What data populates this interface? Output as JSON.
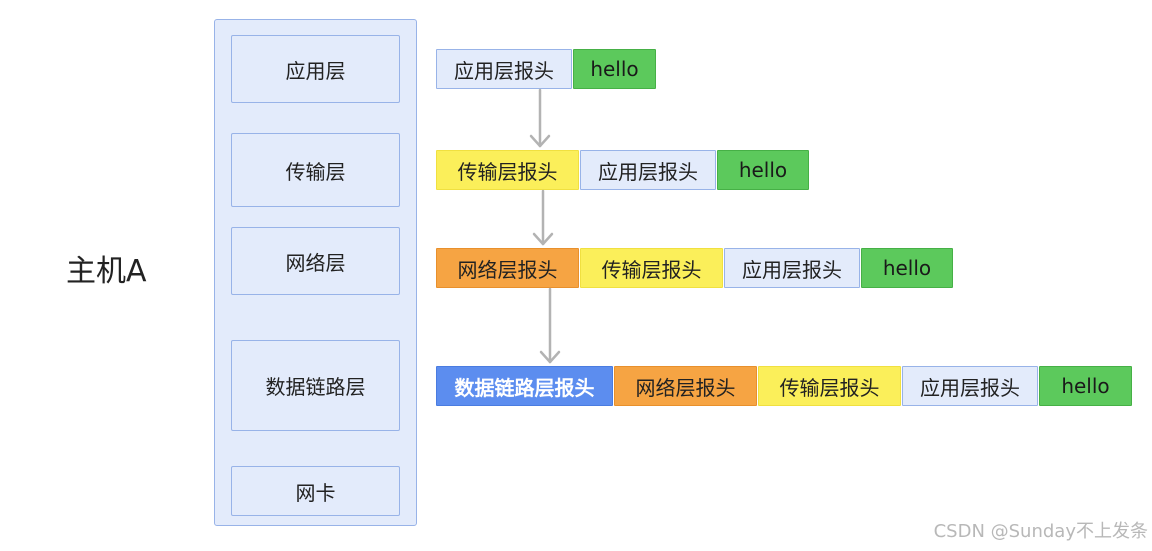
{
  "host": {
    "label": "主机A",
    "layers": [
      "应用层",
      "传输层",
      "网络层",
      "数据链路层",
      "网卡"
    ]
  },
  "rows": [
    [
      "应用层报头",
      "hello"
    ],
    [
      "传输层报头",
      "应用层报头",
      "hello"
    ],
    [
      "网络层报头",
      "传输层报头",
      "应用层报头",
      "hello"
    ],
    [
      "数据链路层报头",
      "网络层报头",
      "传输层报头",
      "应用层报头",
      "hello"
    ]
  ],
  "colors": {
    "application": "#e3ebfb",
    "transport": "#fbef5a",
    "network": "#f6a443",
    "datalink": "#5c8def",
    "payload": "#5cc95c",
    "arrow": "#b3b3b3"
  },
  "watermark": "CSDN @Sunday不上发条"
}
